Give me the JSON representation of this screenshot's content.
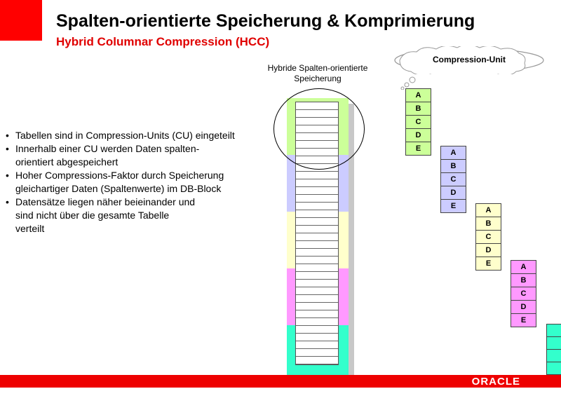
{
  "title": "Spalten-orientierte Speicherung & Komprimierung",
  "subtitle": "Hybrid Columnar Compression (HCC)",
  "bullets": [
    {
      "line1": "Tabellen sind in Compression-Units (CU) eingeteilt",
      "line2": "",
      "line3": ""
    },
    {
      "line1": "Innerhalb einer CU werden Daten spalten-",
      "line2": "orientiert abgespeichert",
      "line3": ""
    },
    {
      "line1": "Hoher Compressions-Faktor durch Speicherung",
      "line2": "gleichartiger Daten (Spaltenwerte) im DB-Block",
      "line3": ""
    },
    {
      "line1": "Datensätze liegen näher beieinander und",
      "line2": "sind nicht über die gesamte Tabelle",
      "line3": "verteilt"
    }
  ],
  "diagram": {
    "bar_label_line1": "Hybride Spalten-orientierte",
    "bar_label_line2": "Speicherung",
    "cloud_label": "Compression-Unit",
    "segment_colors": [
      "#ccff99",
      "#ccccff",
      "#ffffcc",
      "#ff99ff",
      "#33ffcc"
    ],
    "cus": [
      {
        "color": "#ccff99",
        "cells": [
          "A",
          "B",
          "C",
          "D",
          "E"
        ]
      },
      {
        "color": "#ccccff",
        "cells": [
          "A",
          "B",
          "C",
          "D",
          "E"
        ]
      },
      {
        "color": "#ffffcc",
        "cells": [
          "A",
          "B",
          "C",
          "D",
          "E"
        ]
      },
      {
        "color": "#ff99ff",
        "cells": [
          "A",
          "B",
          "C",
          "D",
          "E"
        ]
      }
    ],
    "edge_color": "#33ffcc"
  },
  "footer": {
    "brand": "ORACLE"
  }
}
